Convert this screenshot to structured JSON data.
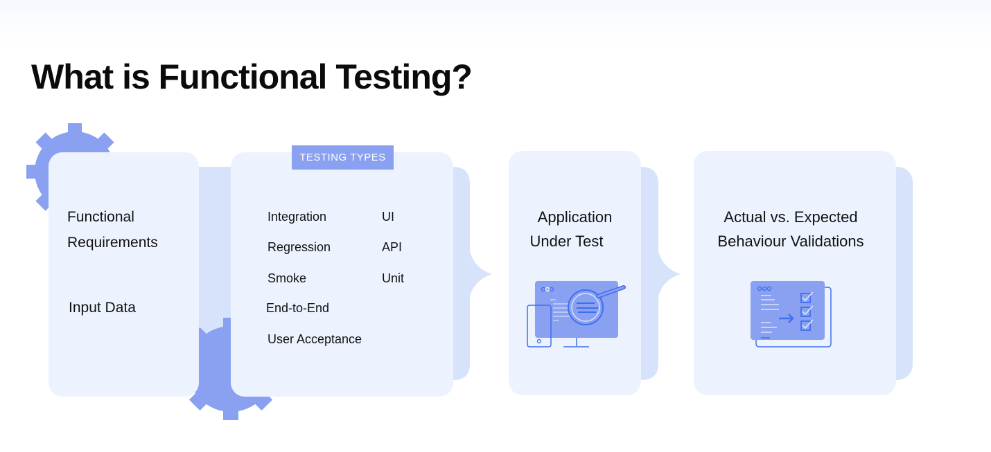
{
  "title": "What is Functional Testing?",
  "inputs": {
    "line1": "Functional",
    "line2": "Requirements",
    "input_data": "Input Data"
  },
  "testing_types": {
    "badge": "TESTING TYPES",
    "col1": [
      "Integration",
      "Regression",
      "Smoke",
      "End-to-End",
      "User Acceptance"
    ],
    "col2": [
      "UI",
      "API",
      "Unit"
    ]
  },
  "aut": {
    "line1": "Application",
    "line2": "Under Test"
  },
  "validation": {
    "line1": "Actual vs. Expected",
    "line2": "Behaviour Validations"
  },
  "colors": {
    "card": "#edf3fe",
    "back": "#d7e3fa",
    "accent": "#8aa0f0",
    "line": "#3d6ff0"
  }
}
